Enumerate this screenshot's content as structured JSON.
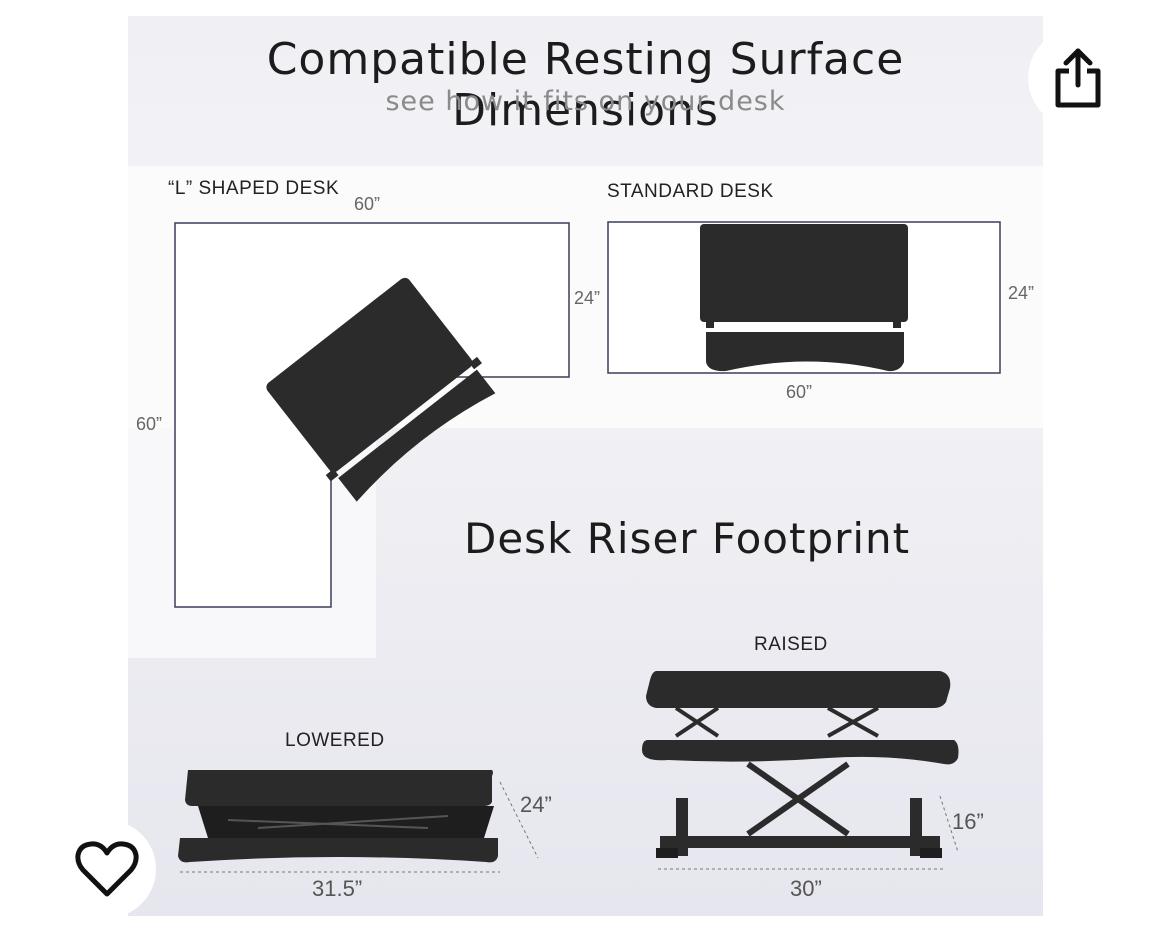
{
  "image": {
    "title": "Compatible Resting Surface Dimensions",
    "subtitle": "see how it fits on your desk",
    "l_desk": {
      "label": "“L” SHAPED DESK",
      "width_label": "60”",
      "depth_label": "24”",
      "length_label": "60”"
    },
    "standard_desk": {
      "label": "STANDARD DESK",
      "depth_label": "24”",
      "width_label": "60”"
    },
    "footprint_title": "Desk Riser Footprint",
    "lowered": {
      "label": "LOWERED",
      "depth_label": "24”",
      "width_label": "31.5”"
    },
    "raised": {
      "label": "RAISED",
      "height_label": "16”",
      "width_label": "30”"
    }
  },
  "actions": {
    "share_icon": "share-icon",
    "favorite_icon": "heart-icon"
  },
  "colors": {
    "desk_riser": "#2b2b2b",
    "outline": "#3a3f5a",
    "background": "#efeff4"
  }
}
